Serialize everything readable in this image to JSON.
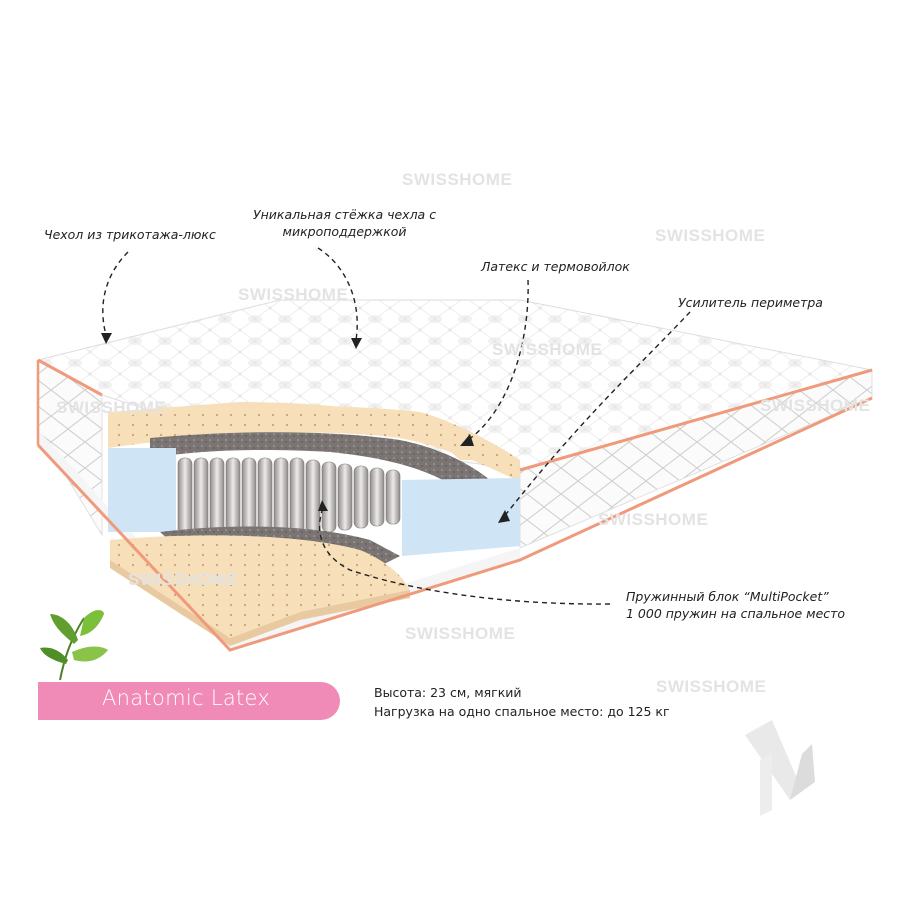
{
  "callouts": {
    "cover": "Чехол из трикотажа-люкс",
    "stitch_line1": "Уникальная стёжка чехла с",
    "stitch_line2": "микроподдержкой",
    "latex": "Латекс и термовойлок",
    "perimeter": "Усилитель периметра",
    "springs_line1": "Пружинный блок “MultiPocket”",
    "springs_line2": "1 000 пружин на спальное место"
  },
  "product": {
    "name": "Anatomic Latex",
    "height": "Высота: 23 см, мягкий",
    "load": "Нагрузка на одно спальное место: до 125 кг"
  },
  "watermark": {
    "text": "SWISSHOME"
  },
  "icons": {
    "leaf": "leaf-icon",
    "brand": "brand-mark-icon"
  },
  "colors": {
    "badge": "#f08bb8",
    "piping": "#f09a7c",
    "latex": "#f7dfba",
    "foam": "#cfe4f5",
    "felt": "#6f6a68",
    "leaf_green": "#5f9e2f"
  }
}
